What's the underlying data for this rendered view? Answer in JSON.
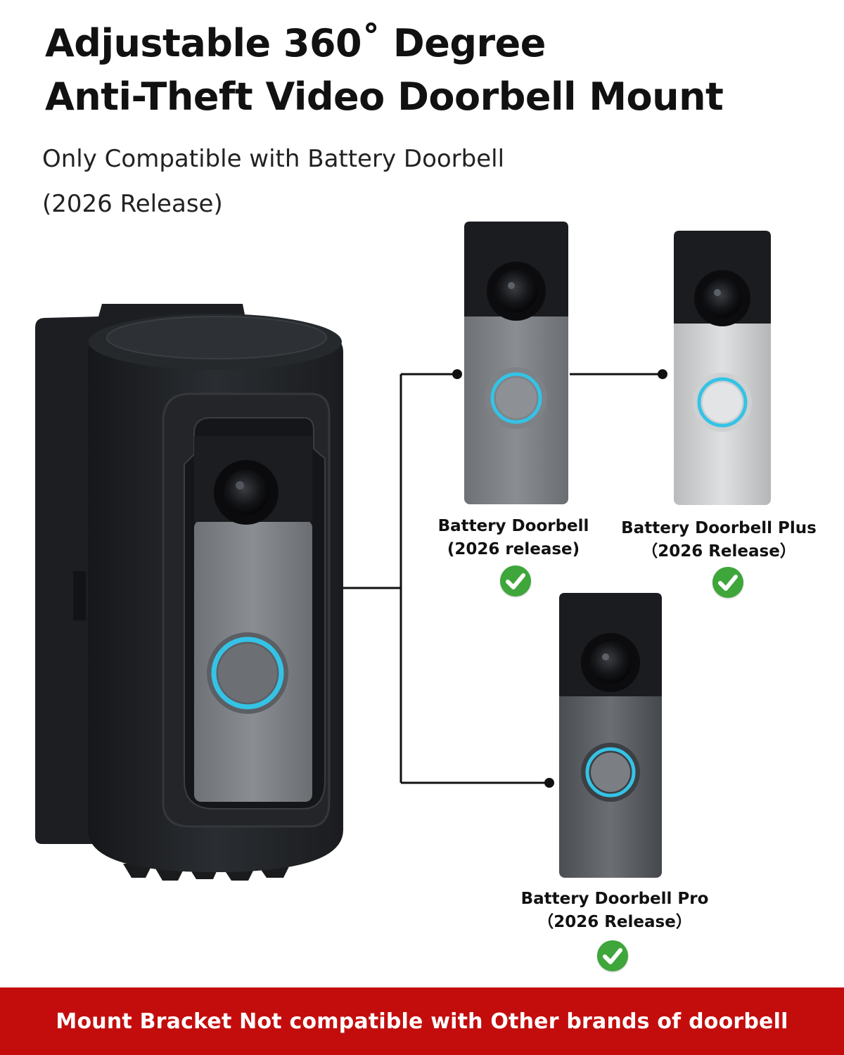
{
  "header": {
    "title_line1": "Adjustable 360˚ Degree",
    "title_line2": "Anti-Theft Video Doorbell Mount",
    "subtitle_line1": "Only Compatible with Battery Doorbell",
    "subtitle_line2": "(2026 Release)"
  },
  "products": [
    {
      "name": "Battery Doorbell",
      "release": "(2026 release)",
      "compatible": true,
      "icon": "check-icon"
    },
    {
      "name": "Battery Doorbell Plus",
      "release": "（2026 Release）",
      "compatible": true,
      "icon": "check-icon"
    },
    {
      "name": "Battery Doorbell Pro",
      "release": "（2026 Release）",
      "compatible": true,
      "icon": "check-icon"
    }
  ],
  "banner": {
    "text": "Mount Bracket Not compatible with Other brands of doorbell",
    "color": "#c30d0d"
  },
  "colors": {
    "check": "#3ea63a",
    "ring": "#34c3e6",
    "mount": "#1f2124"
  }
}
